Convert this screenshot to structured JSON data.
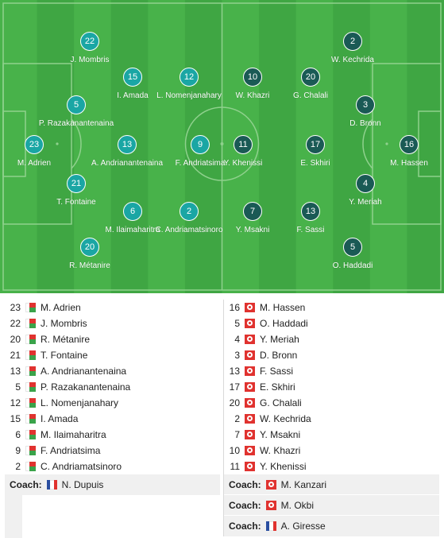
{
  "pitch": {
    "colors": {
      "stripe_light": "#48b24a",
      "stripe_dark": "#3fa643",
      "line": "#8fd18d",
      "home_disc": "#1aa6a4",
      "away_disc": "#1a5a55"
    },
    "home_players": [
      {
        "number": "22",
        "name": "J. Mombris"
      },
      {
        "number": "15",
        "name": "I. Amada"
      },
      {
        "number": "12",
        "name": "L. Nomenjanahary"
      },
      {
        "number": "5",
        "name": "P. Razakanantenaina"
      },
      {
        "number": "23",
        "name": "M. Adrien"
      },
      {
        "number": "13",
        "name": "A. Andrianantenaina"
      },
      {
        "number": "9",
        "name": "F. Andriatsima"
      },
      {
        "number": "21",
        "name": "T. Fontaine"
      },
      {
        "number": "6",
        "name": "M. Ilaimaharitra"
      },
      {
        "number": "2",
        "name": "C. Andriamatsinoro"
      },
      {
        "number": "20",
        "name": "R. Métanire"
      }
    ],
    "away_players": [
      {
        "number": "2",
        "name": "W. Kechrida"
      },
      {
        "number": "10",
        "name": "W. Khazri"
      },
      {
        "number": "20",
        "name": "G. Chalali"
      },
      {
        "number": "3",
        "name": "D. Bronn"
      },
      {
        "number": "11",
        "name": "Y. Khenissi"
      },
      {
        "number": "17",
        "name": "E. Skhiri"
      },
      {
        "number": "16",
        "name": "M. Hassen"
      },
      {
        "number": "4",
        "name": "Y. Meriah"
      },
      {
        "number": "7",
        "name": "Y. Msakni"
      },
      {
        "number": "13",
        "name": "F. Sassi"
      },
      {
        "number": "5",
        "name": "O. Haddadi"
      }
    ]
  },
  "home_list": {
    "flag": "madagascar-flag",
    "players": [
      {
        "number": "23",
        "name": "M. Adrien"
      },
      {
        "number": "22",
        "name": "J. Mombris"
      },
      {
        "number": "20",
        "name": "R. Métanire"
      },
      {
        "number": "21",
        "name": "T. Fontaine"
      },
      {
        "number": "13",
        "name": "A. Andrianantenaina"
      },
      {
        "number": "5",
        "name": "P. Razakanantenaina"
      },
      {
        "number": "12",
        "name": "L. Nomenjanahary"
      },
      {
        "number": "15",
        "name": "I. Amada"
      },
      {
        "number": "6",
        "name": "M. Ilaimaharitra"
      },
      {
        "number": "9",
        "name": "F. Andriatsima"
      },
      {
        "number": "2",
        "name": "C. Andriamatsinoro"
      }
    ],
    "coaches": [
      {
        "label": "Coach:",
        "flag": "france-flag",
        "name": "N. Dupuis"
      }
    ]
  },
  "away_list": {
    "flag": "tunisia-flag",
    "players": [
      {
        "number": "16",
        "name": "M. Hassen"
      },
      {
        "number": "5",
        "name": "O. Haddadi"
      },
      {
        "number": "4",
        "name": "Y. Meriah"
      },
      {
        "number": "3",
        "name": "D. Bronn"
      },
      {
        "number": "13",
        "name": "F. Sassi"
      },
      {
        "number": "17",
        "name": "E. Skhiri"
      },
      {
        "number": "20",
        "name": "G. Chalali"
      },
      {
        "number": "2",
        "name": "W. Kechrida"
      },
      {
        "number": "7",
        "name": "Y. Msakni"
      },
      {
        "number": "10",
        "name": "W. Khazri"
      },
      {
        "number": "11",
        "name": "Y. Khenissi"
      }
    ],
    "coaches": [
      {
        "label": "Coach:",
        "flag": "tunisia-flag",
        "name": "M. Kanzari"
      },
      {
        "label": "Coach:",
        "flag": "tunisia-flag",
        "name": "M. Okbi"
      },
      {
        "label": "Coach:",
        "flag": "france-flag",
        "name": "A. Giresse"
      }
    ]
  }
}
